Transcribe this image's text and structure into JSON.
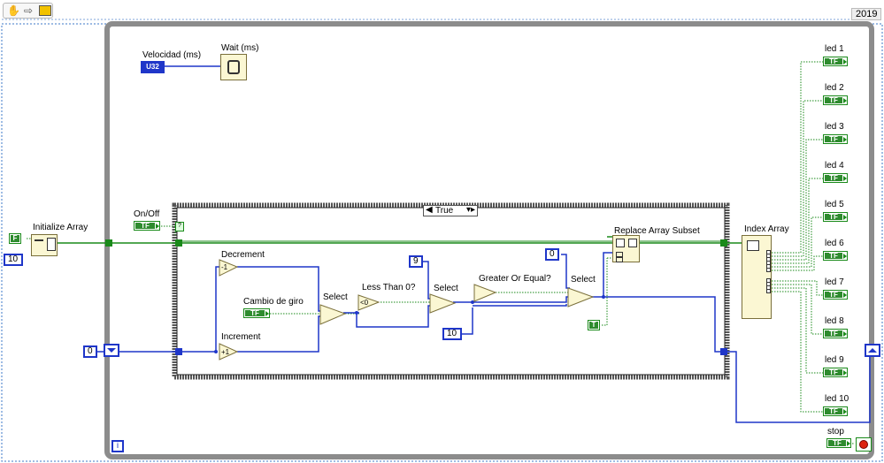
{
  "toolbar": {
    "version": "2019"
  },
  "labels": {
    "velocidad": "Velocidad (ms)",
    "wait": "Wait (ms)",
    "init_array": "Initialize Array",
    "on_off": "On/Off",
    "case_selector": "True",
    "decrement": "Decrement",
    "increment": "Increment",
    "cambio_de_giro": "Cambio de giro",
    "select1": "Select",
    "less_than_zero": "Less Than 0?",
    "select2": "Select",
    "greater_or_equal": "Greater Or Equal?",
    "select3": "Select",
    "replace_array_subset": "Replace Array Subset",
    "index_array": "Index Array",
    "stop": "stop",
    "loop_index": "i"
  },
  "constants": {
    "velocidad_type": "U32",
    "false_bool": "F",
    "true_bool": "T",
    "array_size": "10",
    "shift_init": "0",
    "nine": "9",
    "ten": "10",
    "zero": "0",
    "tf": "TF",
    "less_than_glyph": "<0",
    "increment_glyph": "+1",
    "decrement_glyph": "-1"
  },
  "leds": [
    "led 1",
    "led 2",
    "led 3",
    "led 4",
    "led 5",
    "led 6",
    "led 7",
    "led 8",
    "led 9",
    "led 10"
  ],
  "colors": {
    "numeric_wire": "#1f36c9",
    "boolean_wire": "#1a8a1a",
    "loop_frame": "#8c8c8c",
    "node_fill": "#fbf7d3"
  }
}
